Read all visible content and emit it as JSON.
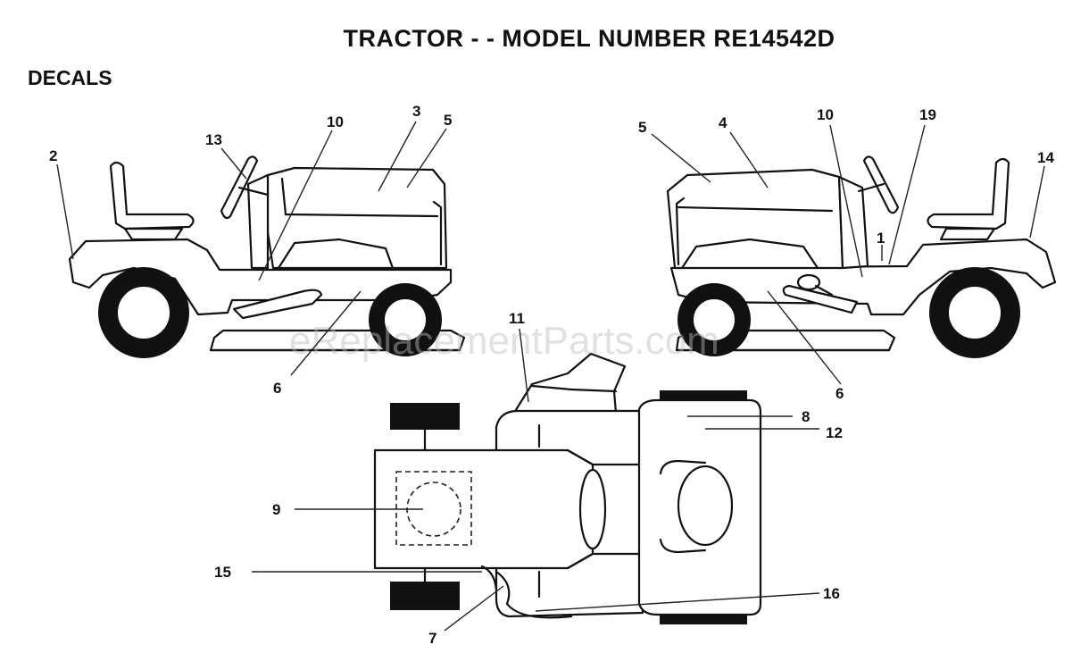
{
  "title": "TRACTOR - - MODEL NUMBER RE14542D",
  "section": "DECALS",
  "watermark": "eReplacementParts.com",
  "callouts": {
    "left_2": "2",
    "left_13": "13",
    "left_10": "10",
    "left_3": "3",
    "left_5": "5",
    "left_6": "6",
    "right_5": "5",
    "right_4": "4",
    "right_10": "10",
    "right_19": "19",
    "right_14": "14",
    "right_1": "1",
    "right_6": "6",
    "top_11": "11",
    "top_8": "8",
    "top_12": "12",
    "top_9": "9",
    "top_15": "15",
    "top_16": "16",
    "top_7": "7"
  }
}
